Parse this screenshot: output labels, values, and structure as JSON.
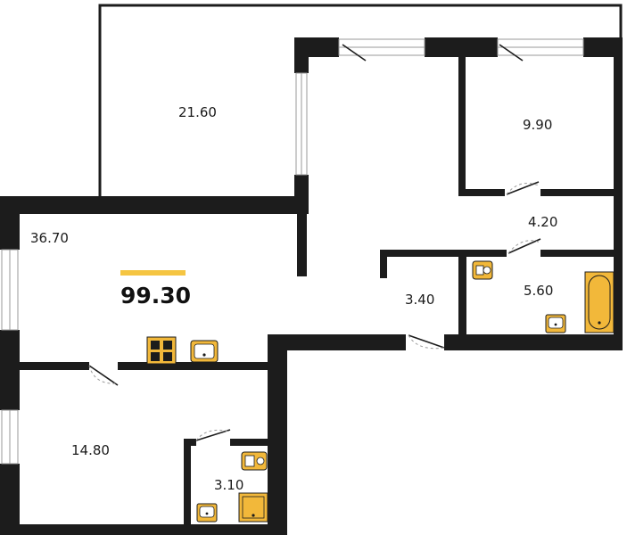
{
  "plan": {
    "total_area": "99.30",
    "rooms": [
      {
        "id": "balcony",
        "area": "21.60"
      },
      {
        "id": "bedroom-right",
        "area": "9.90"
      },
      {
        "id": "living-room",
        "area": "36.70"
      },
      {
        "id": "corridor-upper",
        "area": "4.20"
      },
      {
        "id": "hall",
        "area": "3.40"
      },
      {
        "id": "bathroom",
        "area": "5.60"
      },
      {
        "id": "bedroom-left",
        "area": "14.80"
      },
      {
        "id": "wc",
        "area": "3.10"
      }
    ]
  },
  "colors": {
    "wall": "#1c1c1c",
    "fixture": "#f2b83a",
    "accent": "#f5c542",
    "window": "#bfbfbf"
  },
  "icons": [
    "toilet-icon",
    "sink-icon",
    "bathtub-icon",
    "stove-icon",
    "shower-icon",
    "door-icon",
    "window-icon"
  ]
}
